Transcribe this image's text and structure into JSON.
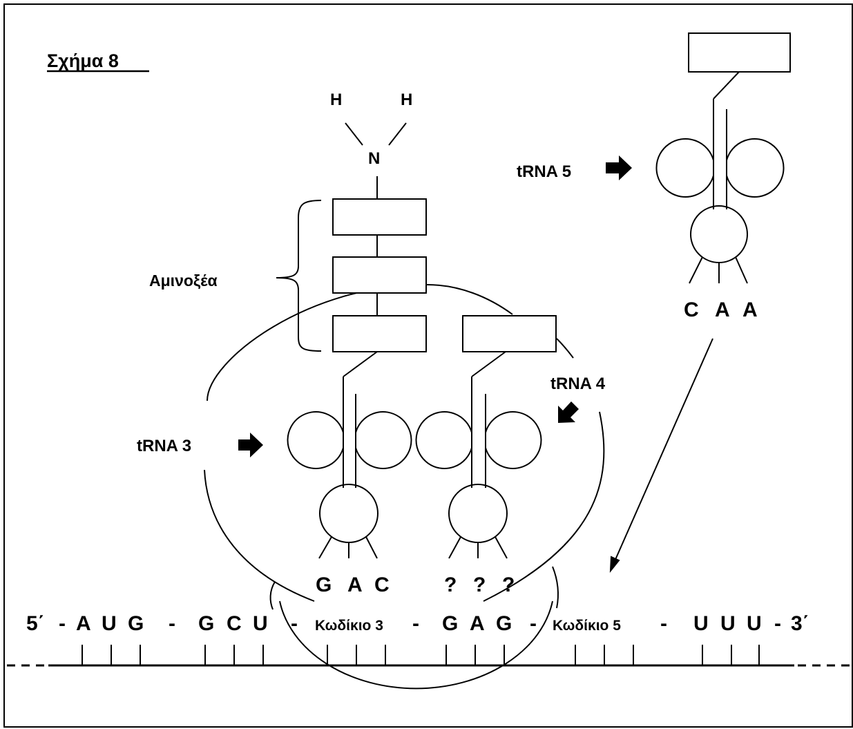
{
  "figure": {
    "title": "Σχήμα 8",
    "amino_acids_label": "Αμινοξέα",
    "amine_group": {
      "n": "N",
      "h_left": "H",
      "h_right": "H"
    },
    "trna3": {
      "label": "tRNA 3",
      "anticodon": [
        "G",
        "A",
        "C"
      ]
    },
    "trna4": {
      "label": "tRNA 4",
      "anticodon": [
        "?",
        "?",
        "?"
      ]
    },
    "trna5": {
      "label": "tRNA 5",
      "anticodon": [
        "C",
        "A",
        "A"
      ]
    }
  },
  "mrna": {
    "five_prime": "5΄",
    "three_prime": "3΄",
    "separator": "-",
    "codon1": [
      "A",
      "U",
      "G"
    ],
    "codon2": [
      "G",
      "C",
      "U"
    ],
    "codon3_label": "Κωδίκιο 3",
    "codon4": [
      "G",
      "A",
      "G"
    ],
    "codon5_label": "Κωδίκιο 5",
    "codon6": [
      "U",
      "U",
      "U"
    ]
  }
}
